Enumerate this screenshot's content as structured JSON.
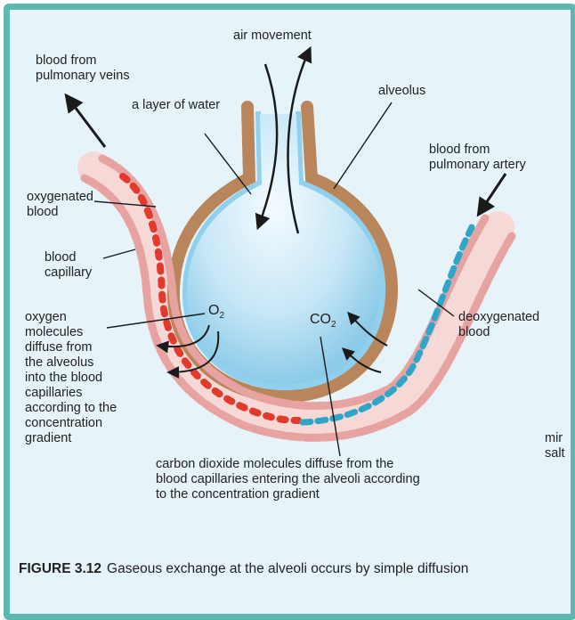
{
  "labels": {
    "air_movement": "air movement",
    "blood_pulmonary_veins": "blood from\npulmonary veins",
    "layer_of_water": "a layer of water",
    "alveolus": "alveolus",
    "blood_pulmonary_artery": "blood from\npulmonary artery",
    "oxygenated_blood": "oxygenated\nblood",
    "blood_capillary": "blood\ncapillary",
    "oxygen_diffuse": "oxygen\nmolecules\ndiffuse from\nthe alveolus\ninto the blood\ncapillaries\naccording to the\nconcentration\ngradient",
    "o2_main": "O",
    "o2_sub": "2",
    "co2_main": "CO",
    "co2_sub": "2",
    "deoxygenated_blood": "deoxygenated\nblood",
    "co2_diffuse": "carbon dioxide molecules diffuse from the\nblood capillaries entering the alveoli according\nto the concentration gradient",
    "cut_text": "mir\nsalt"
  },
  "caption": {
    "figure": "FIGURE 3.12",
    "text": "Gaseous exchange at the alveoli occurs by simple diffusion"
  },
  "colors": {
    "frame": "#5fb8b0",
    "background": "#e6f3f8",
    "alveolus": "#bfe2f3",
    "water_layer": "#8fd0ee",
    "wall_cell": "#b9855a",
    "capillary_cell": "#f0b0ae",
    "red_blood_cell": "#e23b2e",
    "deoxy_cell": "#2fa6c8"
  }
}
